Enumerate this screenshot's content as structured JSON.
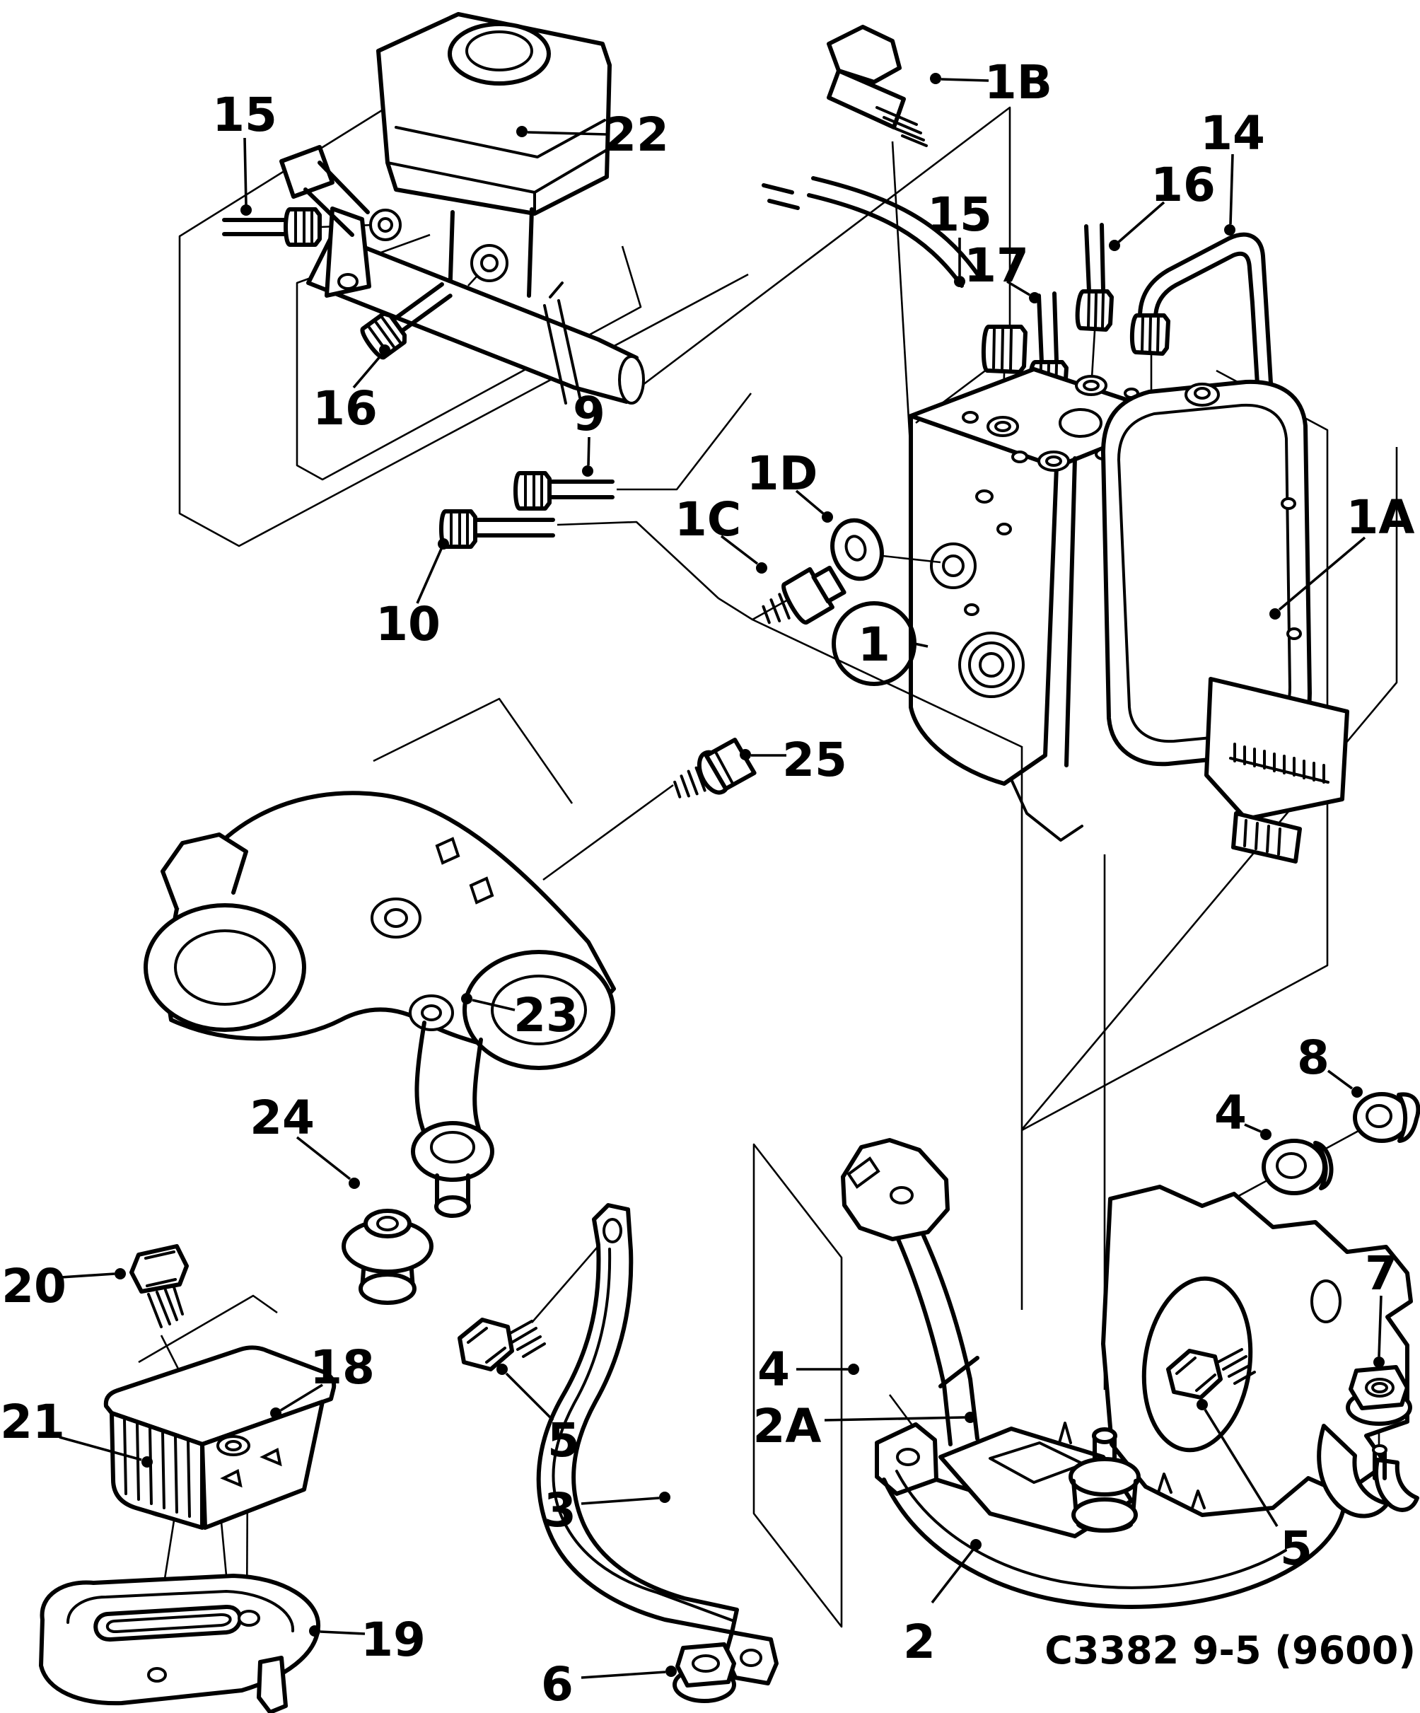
{
  "figure": {
    "caption": "C3382 9-5 (9600)",
    "description": "Exploded parts diagram: brake master cylinder, ABS hydraulic unit and mounting brackets"
  },
  "colors": {
    "ink": "#000000",
    "paper": "#ffffff"
  },
  "callouts": [
    {
      "id": "15-master",
      "text": "15"
    },
    {
      "id": "22",
      "text": "22"
    },
    {
      "id": "16-master",
      "text": "16"
    },
    {
      "id": "9",
      "text": "9"
    },
    {
      "id": "10",
      "text": "10"
    },
    {
      "id": "1B",
      "text": "1B"
    },
    {
      "id": "15-abs",
      "text": "15"
    },
    {
      "id": "17",
      "text": "17"
    },
    {
      "id": "16-abs",
      "text": "16"
    },
    {
      "id": "14",
      "text": "14"
    },
    {
      "id": "1C",
      "text": "1C"
    },
    {
      "id": "1D",
      "text": "1D"
    },
    {
      "id": "1",
      "text": "1"
    },
    {
      "id": "1A",
      "text": "1A"
    },
    {
      "id": "25",
      "text": "25"
    },
    {
      "id": "23",
      "text": "23"
    },
    {
      "id": "24",
      "text": "24"
    },
    {
      "id": "20",
      "text": "20"
    },
    {
      "id": "21",
      "text": "21"
    },
    {
      "id": "18",
      "text": "18"
    },
    {
      "id": "19",
      "text": "19"
    },
    {
      "id": "5-strap",
      "text": "5"
    },
    {
      "id": "3",
      "text": "3"
    },
    {
      "id": "6",
      "text": "6"
    },
    {
      "id": "4-bracket",
      "text": "4"
    },
    {
      "id": "2A",
      "text": "2A"
    },
    {
      "id": "2",
      "text": "2"
    },
    {
      "id": "4-grommet",
      "text": "4"
    },
    {
      "id": "8",
      "text": "8"
    },
    {
      "id": "7",
      "text": "7"
    },
    {
      "id": "5-panel",
      "text": "5"
    }
  ]
}
